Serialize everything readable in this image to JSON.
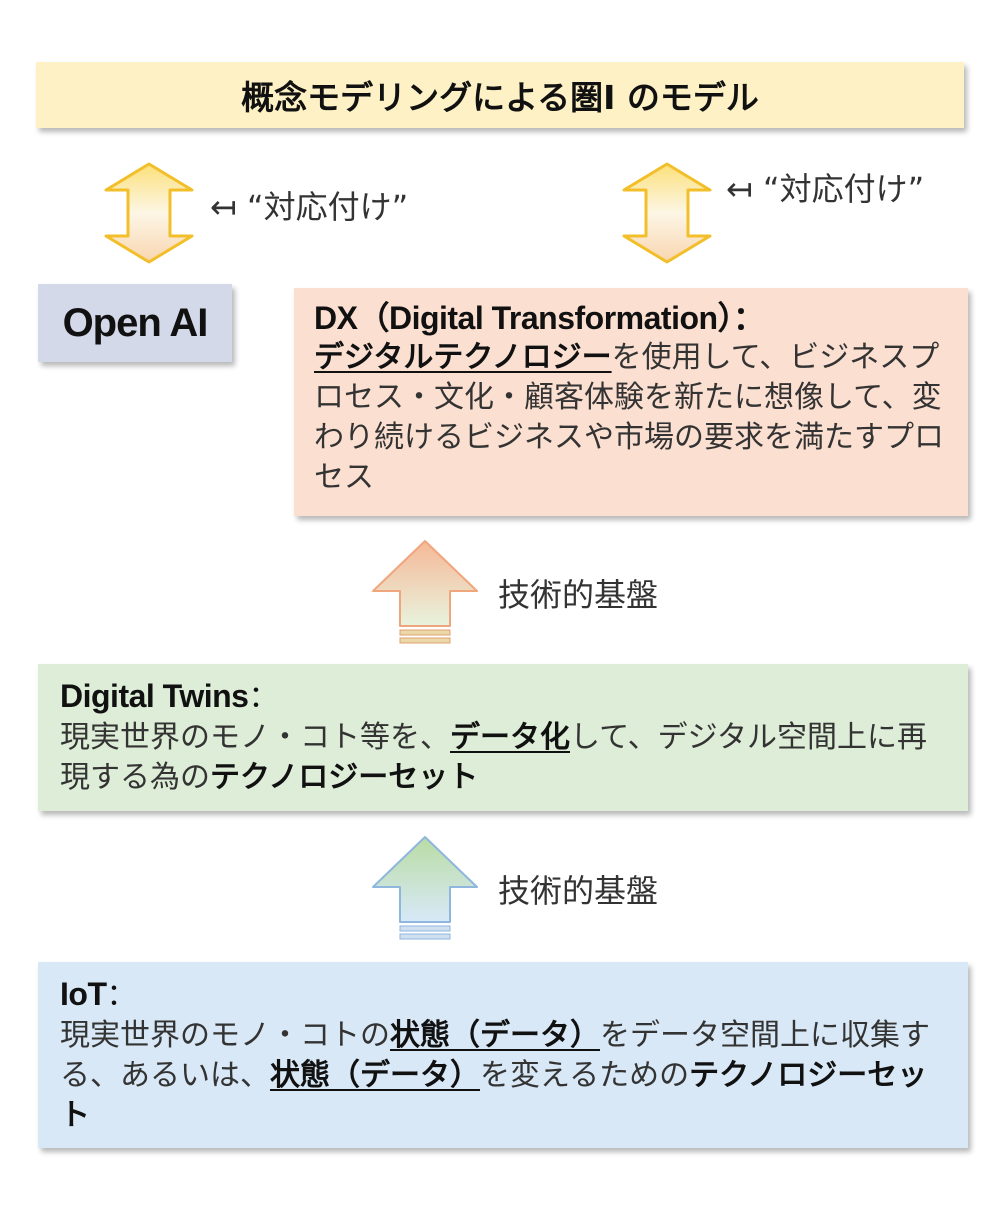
{
  "title": "概念モデリングによる圏I のモデル",
  "correspondence_label": "↤ “対応付け”",
  "openai": "Open AI",
  "dx": {
    "heading": "DX（Digital Transformation）：",
    "key_term": "デジタルテクノロジー",
    "body": "を使用して、ビジネスプロセス・文化・顧客体験を新たに想像して、変わり続けるビジネスや市場の要求を満たすプロセス"
  },
  "foundation_label": "技術的基盤",
  "twins": {
    "heading": "Digital Twins",
    "colon": "：",
    "body1": "現実世界のモノ・コト等を、",
    "key1": "データ化",
    "body2": "して、デジタル空間上に再現する為の",
    "key2": "テクノロジーセット"
  },
  "iot": {
    "heading": "IoT",
    "colon": "：",
    "body1": "現実世界のモノ・コトの",
    "key1": "状態（データ）",
    "body2": "をデータ空間上に収集する、あるいは、",
    "key2": "状態（データ）",
    "body3": "を変えるための",
    "key3": "テクノロジーセット"
  }
}
